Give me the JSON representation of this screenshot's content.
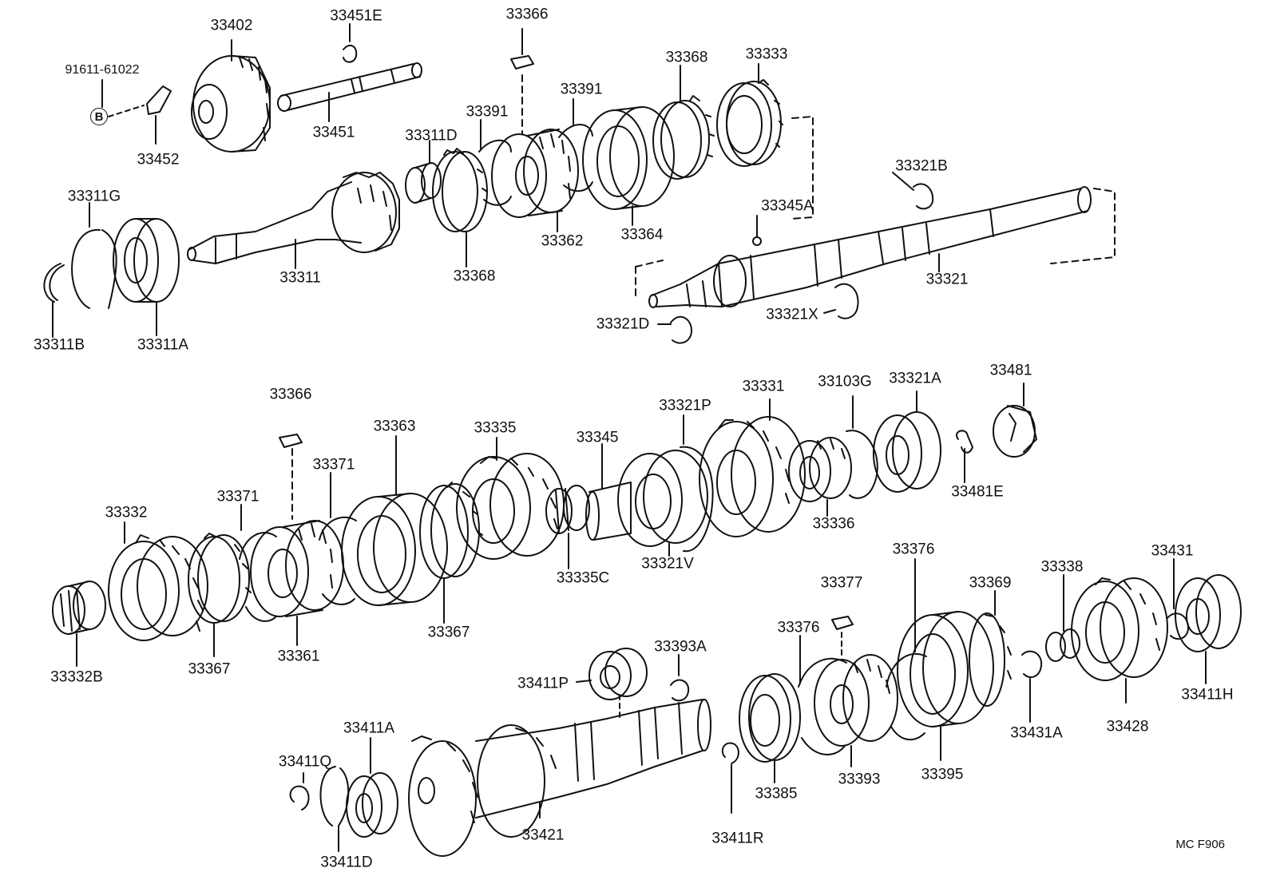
{
  "parts": {
    "p91611_61022": "91611-61022",
    "p33402": "33402",
    "p33451E": "33451E",
    "p33451": "33451",
    "p33452": "33452",
    "p33366_top": "33366",
    "p33368_top": "33368",
    "p33333": "33333",
    "p33391_a": "33391",
    "p33391_b": "33391",
    "p33311D": "33311D",
    "p33311G": "33311G",
    "p33311": "33311",
    "p33311B": "33311B",
    "p33311A": "33311A",
    "p33368_b": "33368",
    "p33362": "33362",
    "p33364": "33364",
    "p33321B": "33321B",
    "p33345A": "33345A",
    "p33321": "33321",
    "p33321X": "33321X",
    "p33321D": "33321D",
    "p33366_mid": "33366",
    "p33363": "33363",
    "p33335": "33335",
    "p33345": "33345",
    "p33321P": "33321P",
    "p33331": "33331",
    "p33103G": "33103G",
    "p33321A": "33321A",
    "p33481": "33481",
    "p33481E": "33481E",
    "p33371_a": "33371",
    "p33371_b": "33371",
    "p33332": "33332",
    "p33336": "33336",
    "p33321V": "33321V",
    "p33335C": "33335C",
    "p33367_a": "33367",
    "p33367_b": "33367",
    "p33361": "33361",
    "p33332B": "33332B",
    "p33376_a": "33376",
    "p33376_b": "33376",
    "p33377": "33377",
    "p33369": "33369",
    "p33338": "33338",
    "p33431": "33431",
    "p33393A": "33393A",
    "p33411P": "33411P",
    "p33411A": "33411A",
    "p33411Q": "33411Q",
    "p33411D": "33411D",
    "p33421": "33421",
    "p33411R": "33411R",
    "p33385": "33385",
    "p33393": "33393",
    "p33395": "33395",
    "p33431A": "33431A",
    "p33428": "33428",
    "p33411H": "33411H"
  },
  "b_mark": "B",
  "figure_code": "MC F906",
  "colors": {
    "ink": "#111111",
    "paper": "#ffffff"
  }
}
